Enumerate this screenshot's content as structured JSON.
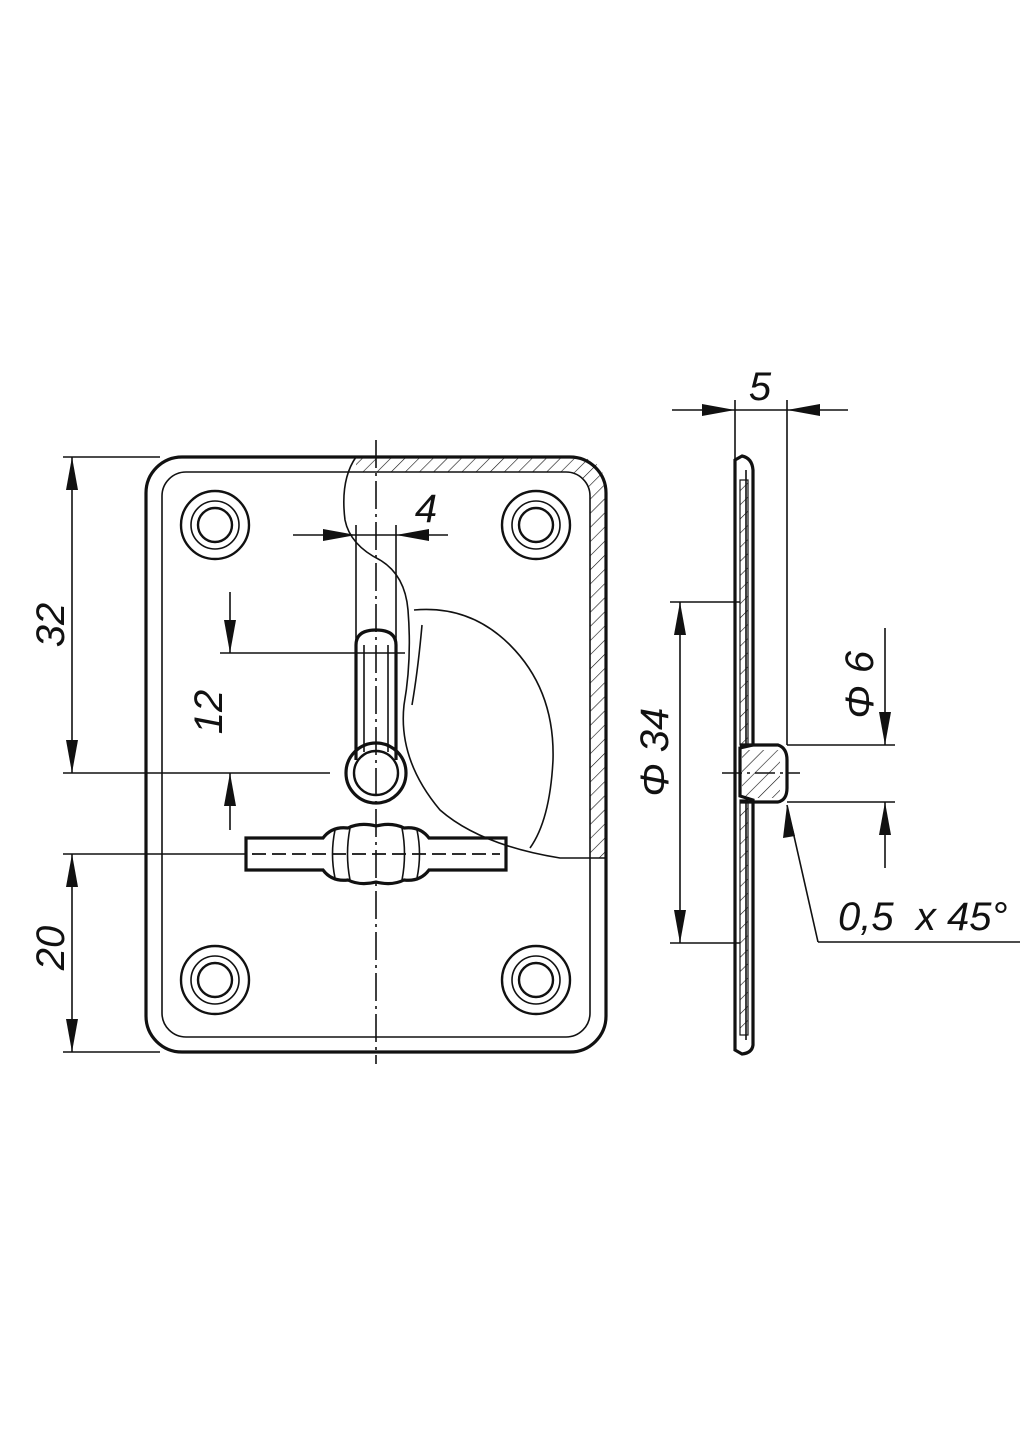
{
  "drawing": {
    "dimensions": {
      "height_upper": "32",
      "height_lower": "20",
      "slot_length": "12",
      "slot_width": "4",
      "thickness": "5",
      "diameter_rosette": "34",
      "diameter_pin": "6",
      "chamfer": "0,5  x 45°"
    },
    "diameter_symbol": "Φ"
  }
}
